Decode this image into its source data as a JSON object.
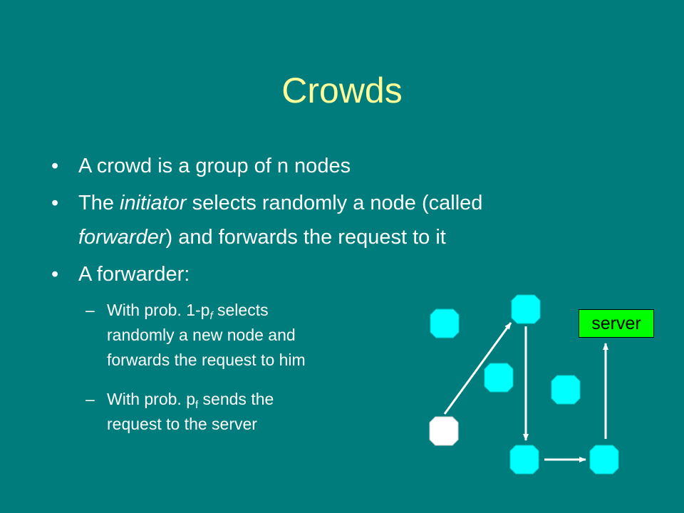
{
  "slide": {
    "title": "Crowds",
    "bullet1": "A crowd is a group of n nodes",
    "bullet2": {
      "pre": "The ",
      "initiator": "initiator",
      "mid": " selects randomly a node (called",
      "forwarder": "forwarder",
      "post": ") and forwards the request to it"
    },
    "bullet3": "A forwarder:",
    "sub1": {
      "pre": "With prob. 1-p",
      "subscript": "f",
      "post": " selects",
      "line2": "randomly a new node and",
      "line3": "forwards the request to him"
    },
    "sub2": {
      "pre": "With prob. p",
      "subscript": "f",
      "post": "  sends the",
      "line2": "request to the server"
    },
    "bullet_glyph": "•",
    "dash_glyph": "–"
  },
  "diagram": {
    "server_label": "server",
    "colors": {
      "node": "#00ffff",
      "initiator": "#ffffff",
      "server_box": "#00ff00",
      "arrow": "#ffffff",
      "background": "#007c7c",
      "title": "#ffff99"
    }
  }
}
